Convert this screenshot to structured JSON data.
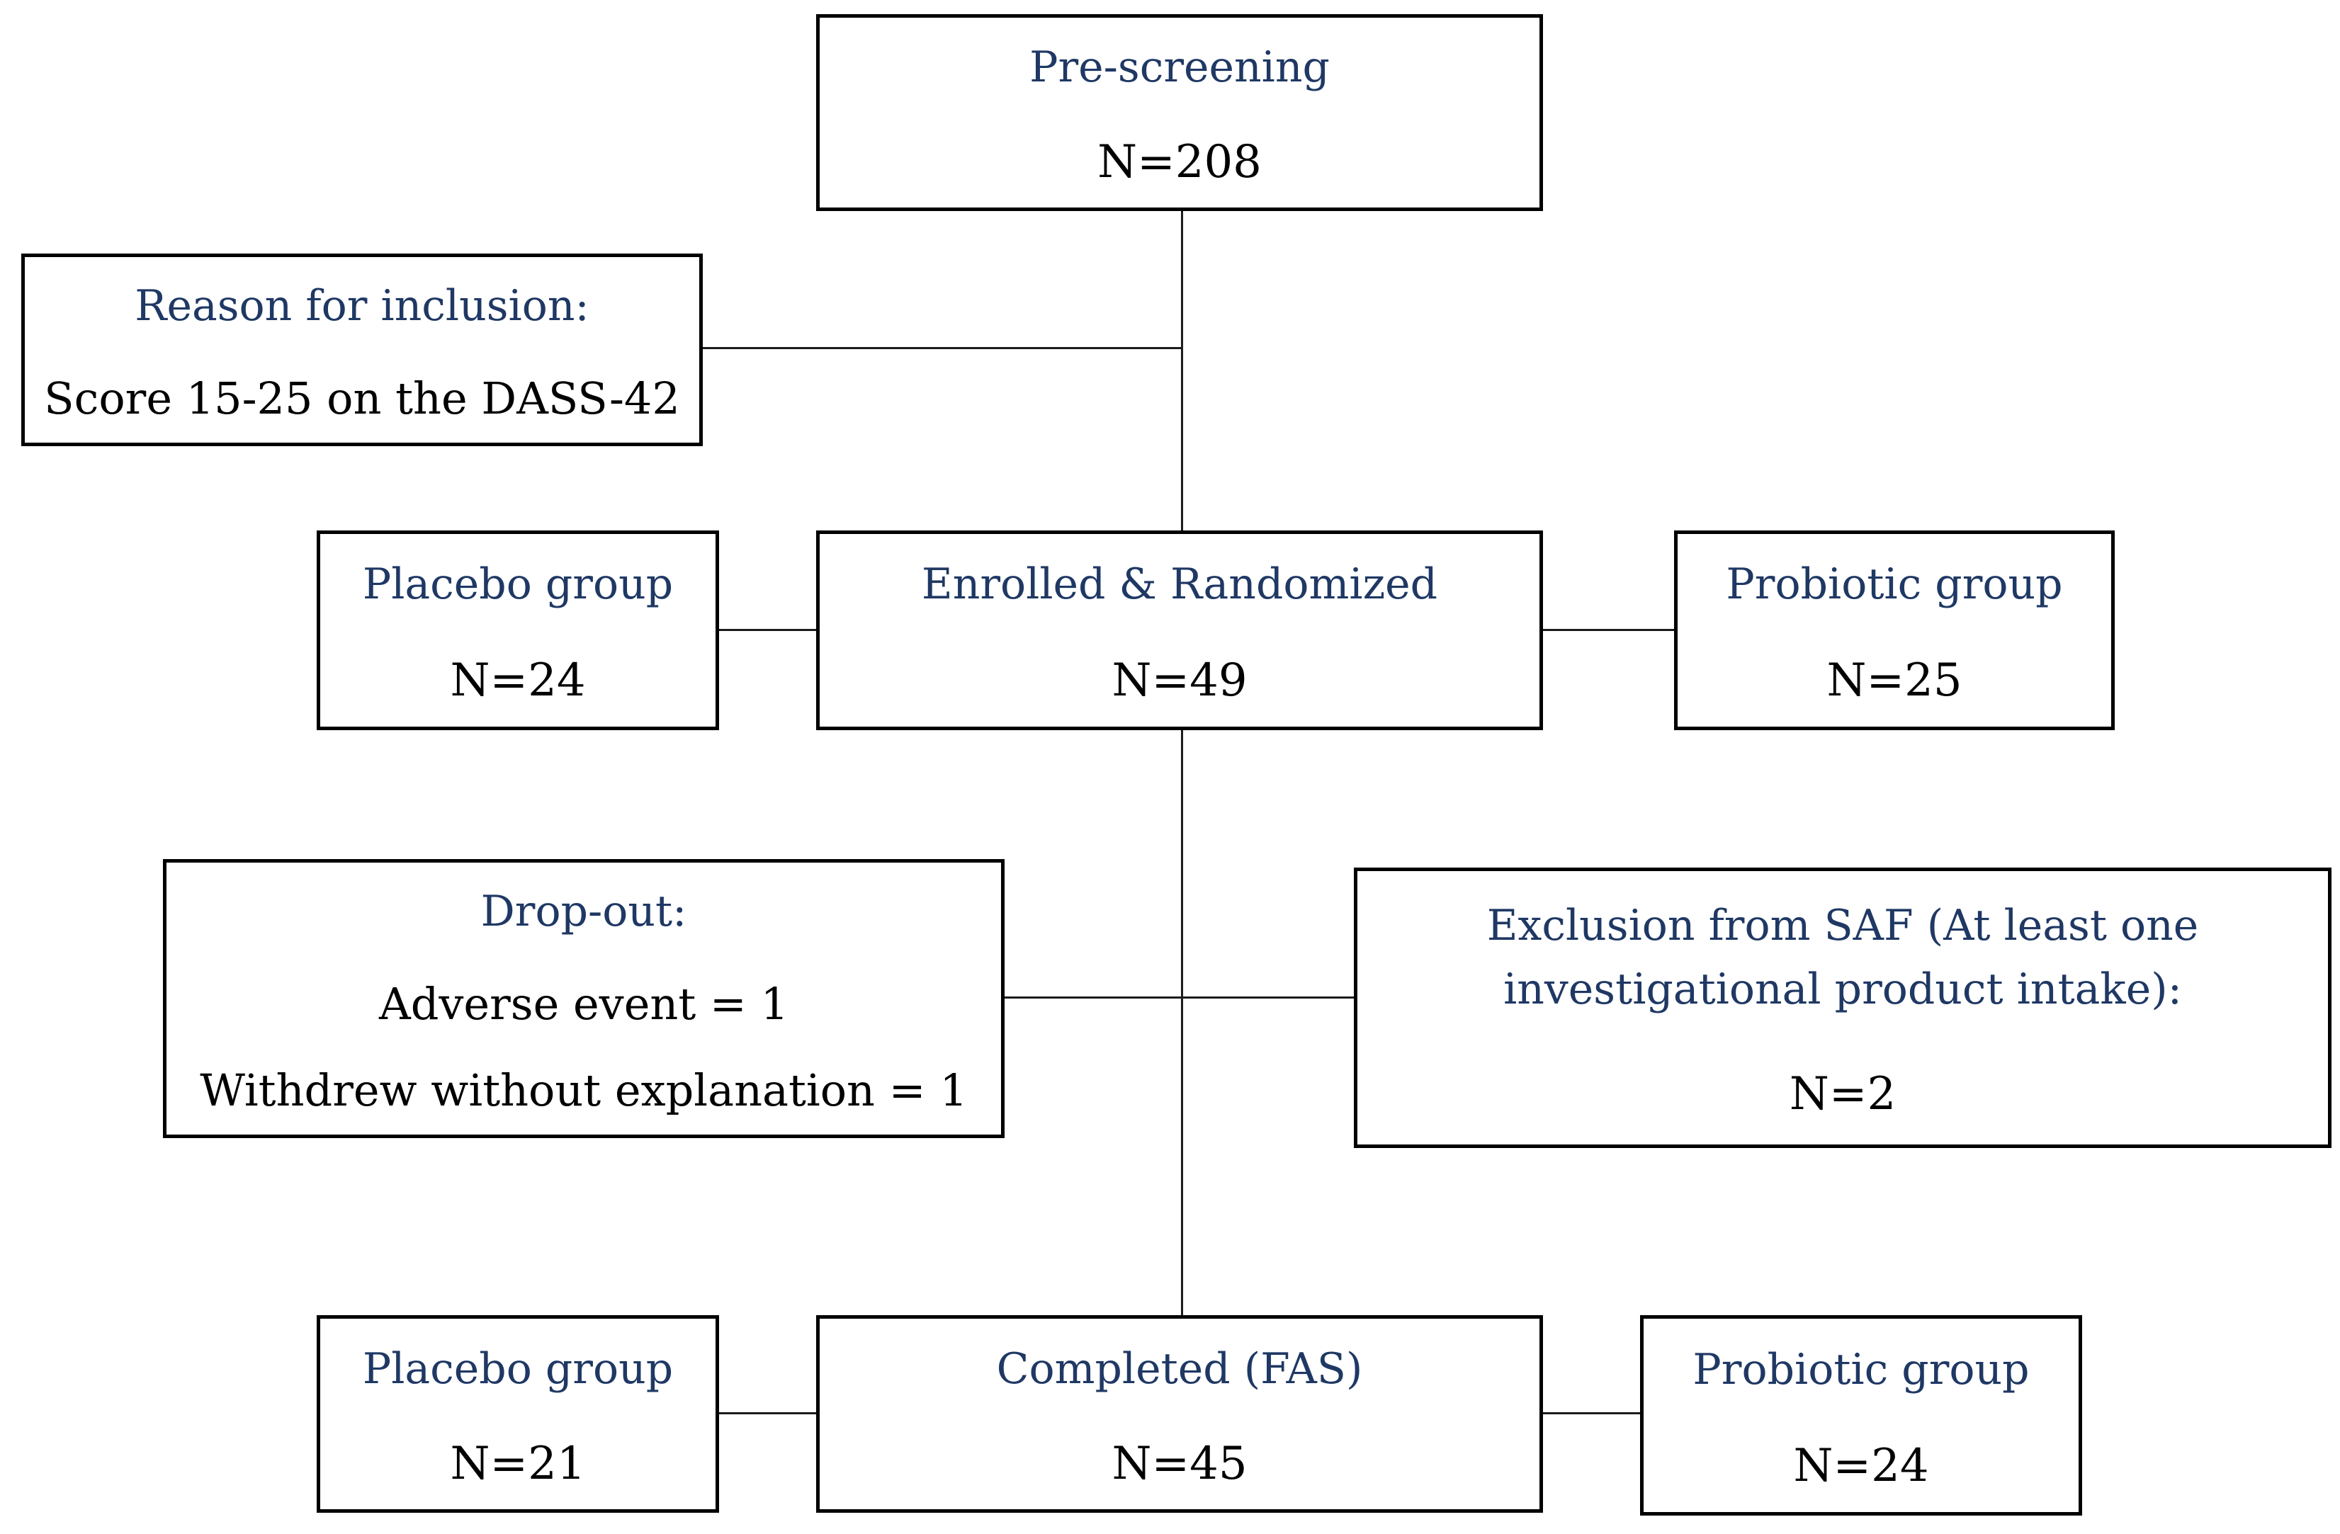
{
  "diagram": {
    "colors": {
      "title_blue": "#1f3864",
      "text_black": "#000000",
      "border_black": "#000000"
    },
    "boxes": {
      "pre_screening": {
        "title": "Pre-screening",
        "value": "N=208"
      },
      "reason_inclusion": {
        "title": "Reason for inclusion:",
        "detail": "Score 15-25 on the DASS-42"
      },
      "placebo_top": {
        "title": "Placebo group",
        "value": "N=24"
      },
      "enrolled": {
        "title": "Enrolled & Randomized",
        "value": "N=49"
      },
      "probiotic_top": {
        "title": "Probiotic group",
        "value": "N=25"
      },
      "dropout": {
        "title": "Drop-out:",
        "lines": [
          "Adverse event = 1",
          "Withdrew without explanation = 1"
        ]
      },
      "exclusion_saf": {
        "title": "Exclusion from SAF (At least one investigational product intake):",
        "value": "N=2"
      },
      "placebo_bottom": {
        "title": "Placebo group",
        "value": "N=21"
      },
      "completed": {
        "title": "Completed (FAS)",
        "value": "N=45"
      },
      "probiotic_bottom": {
        "title": "Probiotic group",
        "value": "N=24"
      }
    }
  }
}
